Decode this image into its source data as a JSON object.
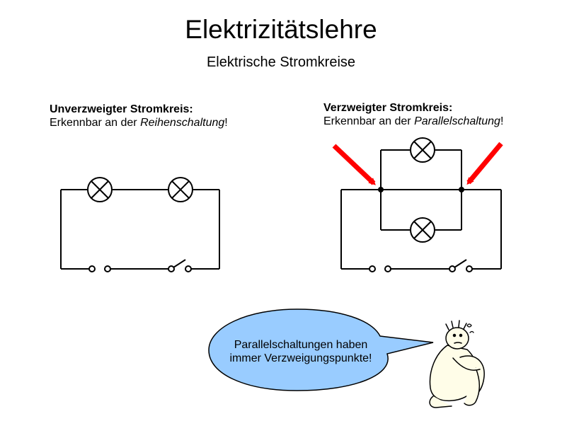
{
  "header": {
    "title": "Elektrizitätslehre",
    "subtitle": "Elektrische Stromkreise"
  },
  "left_panel": {
    "heading": "Unverzweigter Stromkreis:",
    "text_prefix": "Erkennbar an der ",
    "text_emphasis": "Reihenschaltung",
    "text_suffix": "!"
  },
  "right_panel": {
    "heading": "Verzweigter Stromkreis:",
    "text_prefix": "Erkennbar an der ",
    "text_emphasis": "Parallelschaltung",
    "text_suffix": "!"
  },
  "speech_bubble": {
    "line1": "Parallelschaltungen haben",
    "line2": "immer Verzweigungspunkte!",
    "fill_color": "#99ccff"
  },
  "colors": {
    "arrow": "#ff0000",
    "wire": "#000000"
  }
}
